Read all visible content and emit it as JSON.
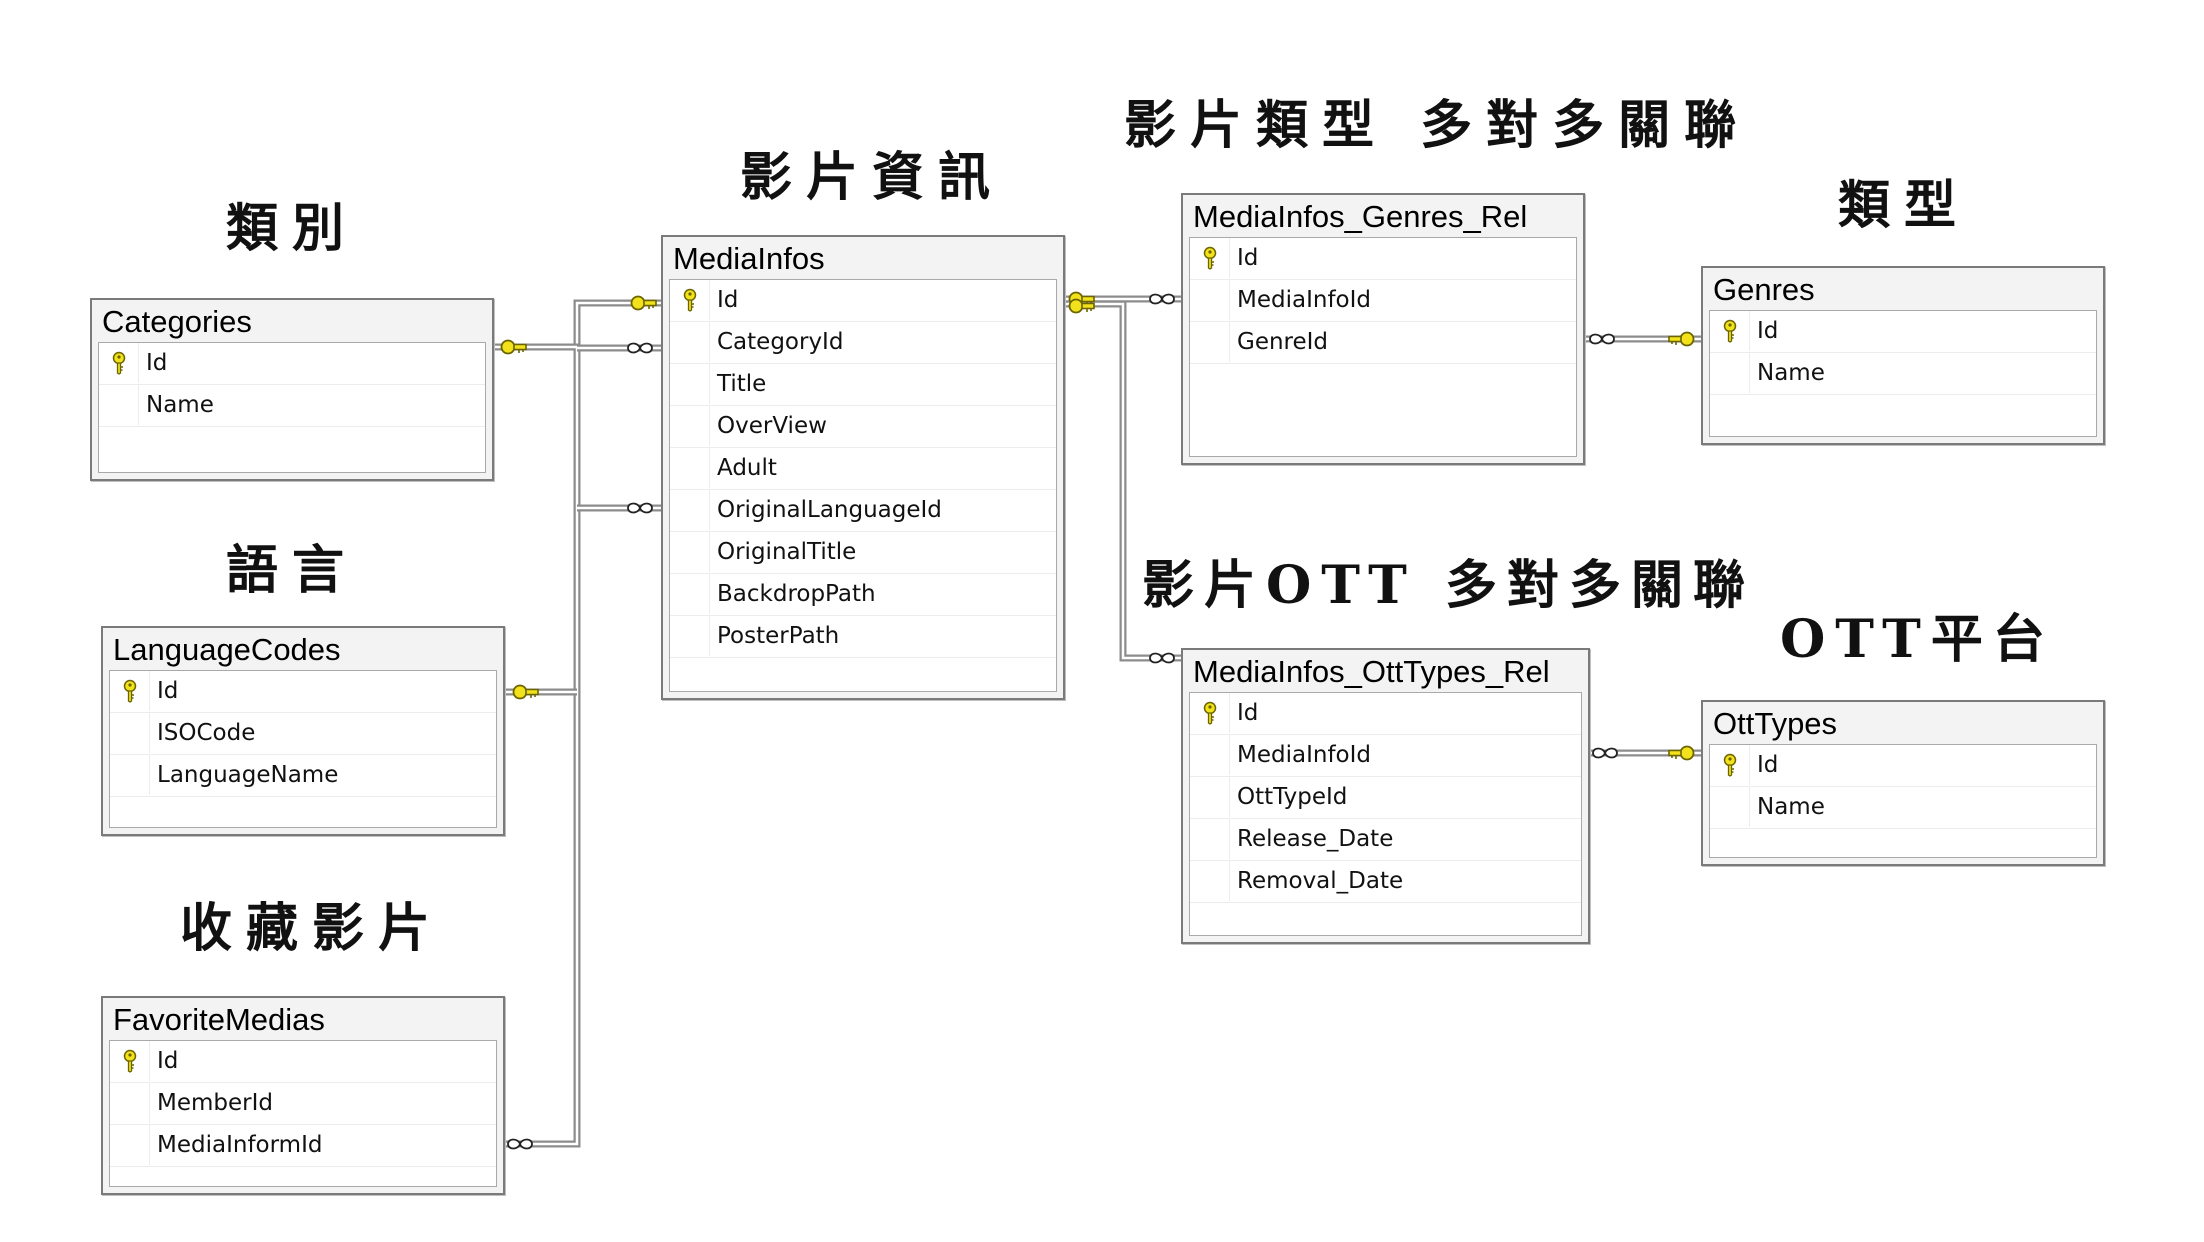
{
  "headings": {
    "categories": "類別",
    "languages": "語言",
    "favorites": "收藏影片",
    "media_infos": "影片資訊",
    "genres_rel": "影片類型 多對多關聯",
    "genres": "類型",
    "ott_rel": "影片OTT 多對多關聯",
    "ott_types": "OTT平台"
  },
  "tables": {
    "categories": {
      "name": "Categories",
      "columns": [
        "Id",
        "Name"
      ]
    },
    "language_codes": {
      "name": "LanguageCodes",
      "columns": [
        "Id",
        "ISOCode",
        "LanguageName"
      ]
    },
    "favorite_medias": {
      "name": "FavoriteMedias",
      "columns": [
        "Id",
        "MemberId",
        "MediaInformId"
      ]
    },
    "media_infos": {
      "name": "MediaInfos",
      "columns": [
        "Id",
        "CategoryId",
        "Title",
        "OverView",
        "Adult",
        "OriginalLanguageId",
        "OriginalTitle",
        "BackdropPath",
        "PosterPath"
      ]
    },
    "media_infos_genres_rel": {
      "name": "MediaInfos_Genres_Rel",
      "columns": [
        "Id",
        "MediaInfoId",
        "GenreId"
      ]
    },
    "genres": {
      "name": "Genres",
      "columns": [
        "Id",
        "Name"
      ]
    },
    "media_infos_ott_types_rel": {
      "name": "MediaInfos_OttTypes_Rel",
      "columns": [
        "Id",
        "MediaInfoId",
        "OttTypeId",
        "Release_Date",
        "Removal_Date"
      ]
    },
    "ott_types": {
      "name": "OttTypes",
      "columns": [
        "Id",
        "Name"
      ]
    }
  },
  "colors": {
    "key_icon": "#f2e21c",
    "key_outline": "#6b6400",
    "line": "#8c8c8c",
    "frame": "#7a7a7a",
    "title_bar": "#f3f3f3"
  },
  "relationships": [
    {
      "from": "Categories.Id",
      "to": "MediaInfos.CategoryId",
      "cardinality": "one-to-many"
    },
    {
      "from": "LanguageCodes.Id",
      "to": "MediaInfos.OriginalLanguageId",
      "cardinality": "one-to-many"
    },
    {
      "from": "MediaInfos.Id",
      "to": "FavoriteMedias.MediaInformId",
      "cardinality": "one-to-many"
    },
    {
      "from": "MediaInfos.Id",
      "to": "MediaInfos_Genres_Rel.MediaInfoId",
      "cardinality": "one-to-many"
    },
    {
      "from": "Genres.Id",
      "to": "MediaInfos_Genres_Rel.GenreId",
      "cardinality": "one-to-many"
    },
    {
      "from": "MediaInfos.Id",
      "to": "MediaInfos_OttTypes_Rel.MediaInfoId",
      "cardinality": "one-to-many"
    },
    {
      "from": "OttTypes.Id",
      "to": "MediaInfos_OttTypes_Rel.OttTypeId",
      "cardinality": "one-to-many"
    }
  ]
}
